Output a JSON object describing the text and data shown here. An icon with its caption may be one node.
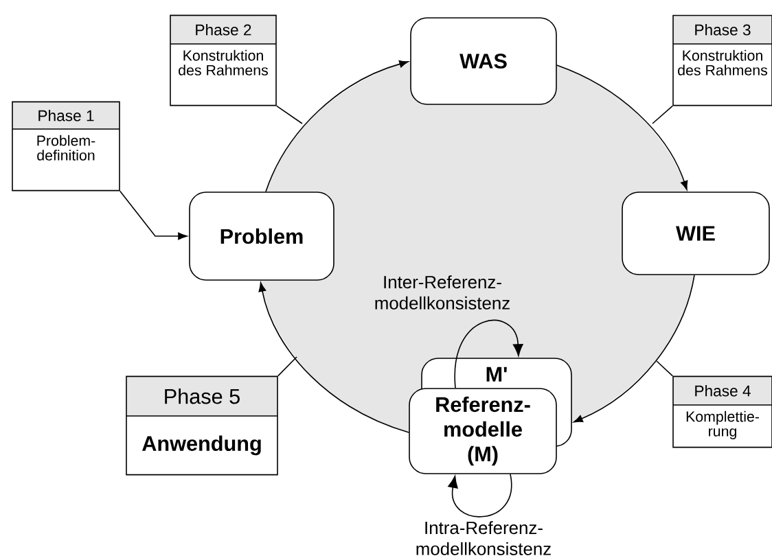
{
  "diagram": {
    "nodes": [
      {
        "text": [
          "Phase 2",
          "Konstruktion des Rahmens"
        ]
      },
      {
        "text": [
          "WAS"
        ]
      },
      {
        "text": [
          "Phase 3",
          "Konstruktion des Rahmens"
        ]
      },
      {
        "text": [
          "Phase 1",
          "Problem- definition"
        ]
      },
      {
        "text": [
          "Problem"
        ]
      },
      {
        "text": [
          "WIE"
        ]
      },
      {
        "text": [
          "M'"
        ]
      },
      {
        "text": [
          "Referenz- modelle (M)"
        ]
      },
      {
        "text": [
          "Phase 5",
          "Anwendung"
        ]
      },
      {
        "text": [
          "Phase 4",
          "Komplettie- rung"
        ]
      }
    ],
    "edges": [
      {
        "from": 3,
        "to": 4,
        "arrow": "to"
      },
      {
        "from": 4,
        "to": 1,
        "arrow": "to"
      },
      {
        "from": 1,
        "to": 5,
        "arrow": "to"
      },
      {
        "from": 5,
        "to": 6,
        "arrow": "to"
      },
      {
        "from": 7,
        "to": 4,
        "arrow": "to"
      },
      {
        "from": 0,
        "to": null,
        "arrow": "none"
      },
      {
        "from": 2,
        "to": null,
        "arrow": "none"
      },
      {
        "from": 9,
        "to": null,
        "arrow": "none"
      },
      {
        "from": 8,
        "to": null,
        "arrow": "none"
      },
      {
        "from": 7,
        "to": 6,
        "arrow": "to",
        "label": "Inter-Referenz- modellkonsistenz"
      },
      {
        "from": 7,
        "to": 7,
        "arrow": "to",
        "label": "Intra-Referenz- modellkonsistenz"
      }
    ]
  }
}
